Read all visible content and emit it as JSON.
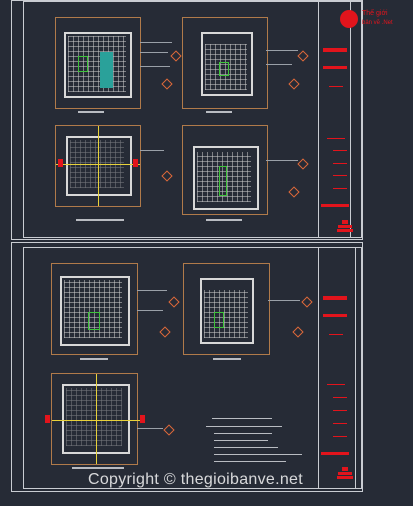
{
  "watermark": {
    "text": "Copyright © thegioibanve.net"
  },
  "logo": {
    "line1": "Thế giới",
    "line2": "bản vẽ .Net",
    "icon": "logo-mark-icon"
  },
  "colors": {
    "background": "#262b36",
    "sheet_border": "#c9ccd2",
    "accent_red": "#e2141c",
    "plan_border": "#b07a4a",
    "dimension_yellow": "#e8d23a",
    "fixture_green": "#3ec43a"
  },
  "sheets": [
    {
      "id": "sheet-1"
    },
    {
      "id": "sheet-2"
    }
  ]
}
